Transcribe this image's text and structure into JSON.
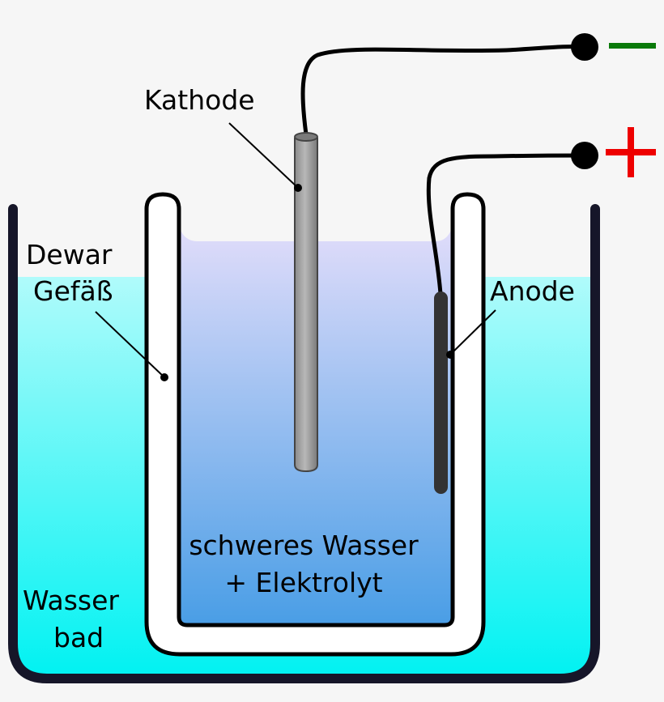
{
  "labels": {
    "kathode": "Kathode",
    "anode": "Anode",
    "dewar_line1": "Dewar",
    "dewar_line2": "Gefäß",
    "electrolyte_line1": "schweres Wasser",
    "electrolyte_line2": "+ Elektrolyt",
    "bath_line1": "Wasser",
    "bath_line2": "bad",
    "minus_sign": "−",
    "plus_sign": "+"
  },
  "colors": {
    "bath_water_top": "#b0fbfb",
    "bath_water_bottom": "#00f2f2",
    "electrolyte_top": "#e0dcfa",
    "electrolyte_bottom": "#4a9ee6",
    "bath_outline": "#161629",
    "cathode_fill": "#9a9a9a",
    "anode_fill": "#333333",
    "minus_color": "#0a7a0a",
    "plus_color": "#ee0000"
  }
}
